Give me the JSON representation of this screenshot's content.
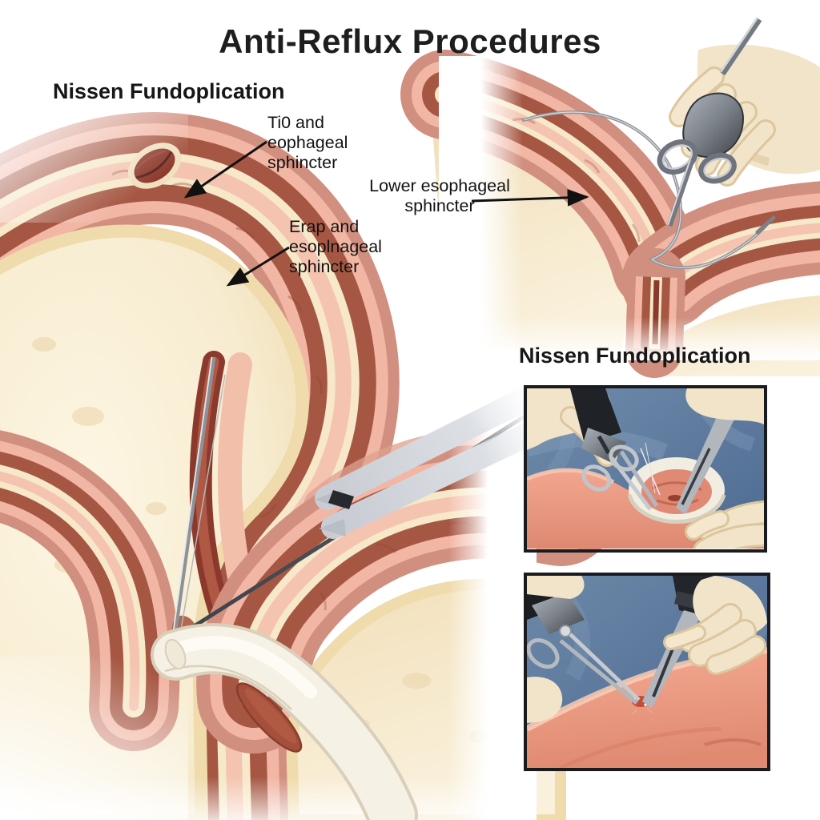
{
  "title": "Anti-Reflux Procedures",
  "left_diagram": {
    "heading": "Nissen Fundoplication",
    "label_tio": {
      "line1": "Ti0 and",
      "line2": "eophageal",
      "line3": "sphincter"
    },
    "label_erap": {
      "line1": "Erap and",
      "line2": "esoplnageal",
      "line3": "sphincter"
    },
    "label_les": {
      "line1": "Lower esophageal",
      "line2": "sphincter"
    }
  },
  "right_diagram": {
    "heading": "Nissen Fundoplication"
  },
  "colors": {
    "title_text": "#1e1e1e",
    "label_text": "#121212",
    "arrow": "#111111",
    "tissue_rose": "#d18f7f",
    "tissue_pink": "#f1b6a4",
    "muscle_dark": "#a65743",
    "submucosa_cream": "#f6e8c8",
    "mucosa_lining": "#f4c4b0",
    "lumen_cream": "#f8eed6",
    "lumen_opening_red": "#8e3b2e",
    "drain_white": "#f6f1e5",
    "instrument_gray": "#9aa0a7",
    "instrument_dark": "#23262b",
    "drape_blue": "#5a7ca2",
    "glove_cream": "#f2e4c9",
    "panel_border": "#1a1b1e"
  }
}
